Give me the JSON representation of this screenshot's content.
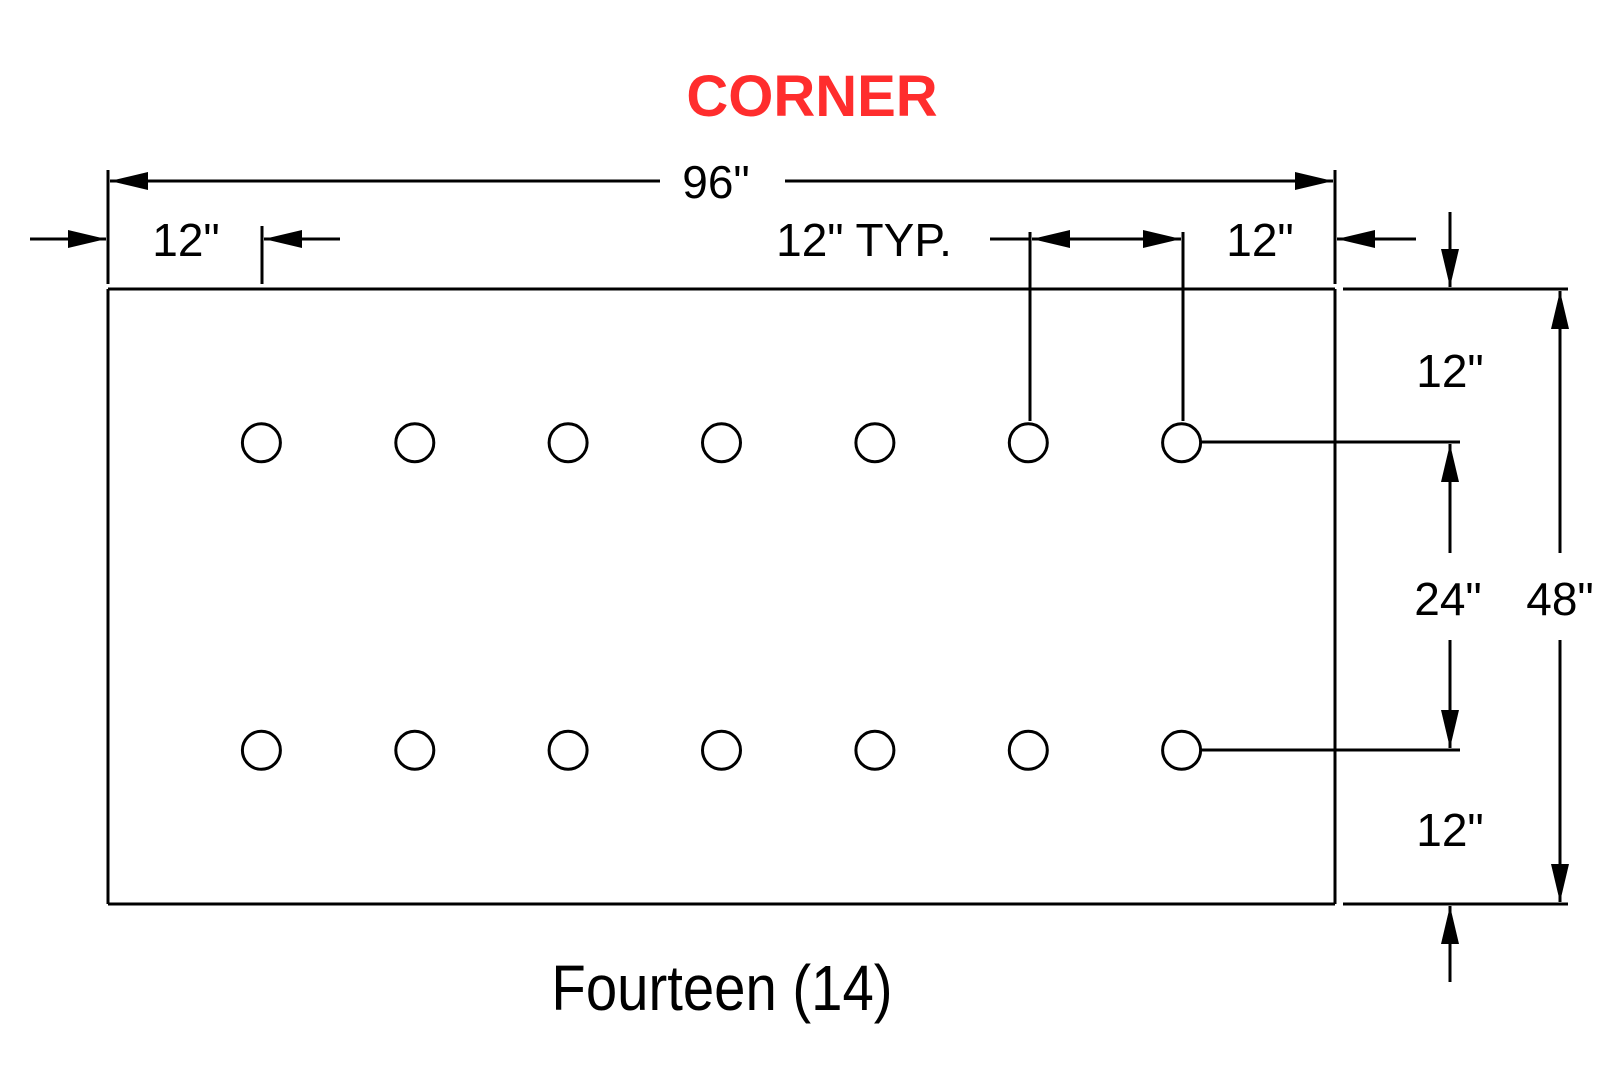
{
  "title": "CORNER",
  "title_color": "#ff2d2d",
  "dimensions": {
    "overall_width": "96\"",
    "left_edge": "12\"",
    "hole_spacing": "12\" TYP.",
    "right_edge": "12\"",
    "top_edge": "12\"",
    "row_spacing": "24\"",
    "overall_height": "48\"",
    "bottom_edge": "12\""
  },
  "holes": {
    "rows": 2,
    "columns": 7,
    "row_offsets_in": [
      12,
      36
    ],
    "column_offsets_in": [
      12,
      24,
      36,
      48,
      60,
      72,
      84
    ]
  },
  "caption": "Fourteen (14)"
}
